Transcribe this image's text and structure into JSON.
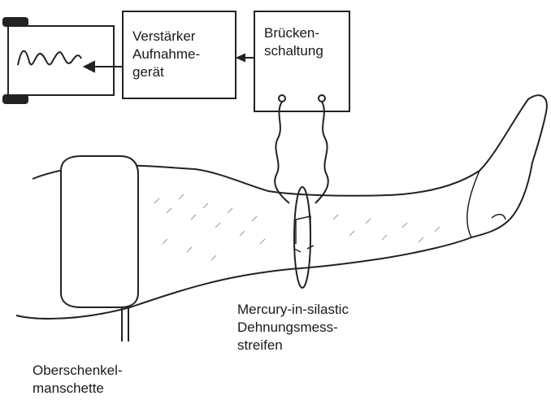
{
  "labels": {
    "amplifier": [
      "Verstärker",
      "Aufnahme-",
      "gerät"
    ],
    "bridge": [
      "Brücken-",
      "schaltung"
    ],
    "strain_gauge": [
      "Mercury-in-silastic",
      "Dehnungsmess-",
      "streifen"
    ],
    "thigh_cuff": [
      "Oberschenkel-",
      "manschette"
    ]
  }
}
